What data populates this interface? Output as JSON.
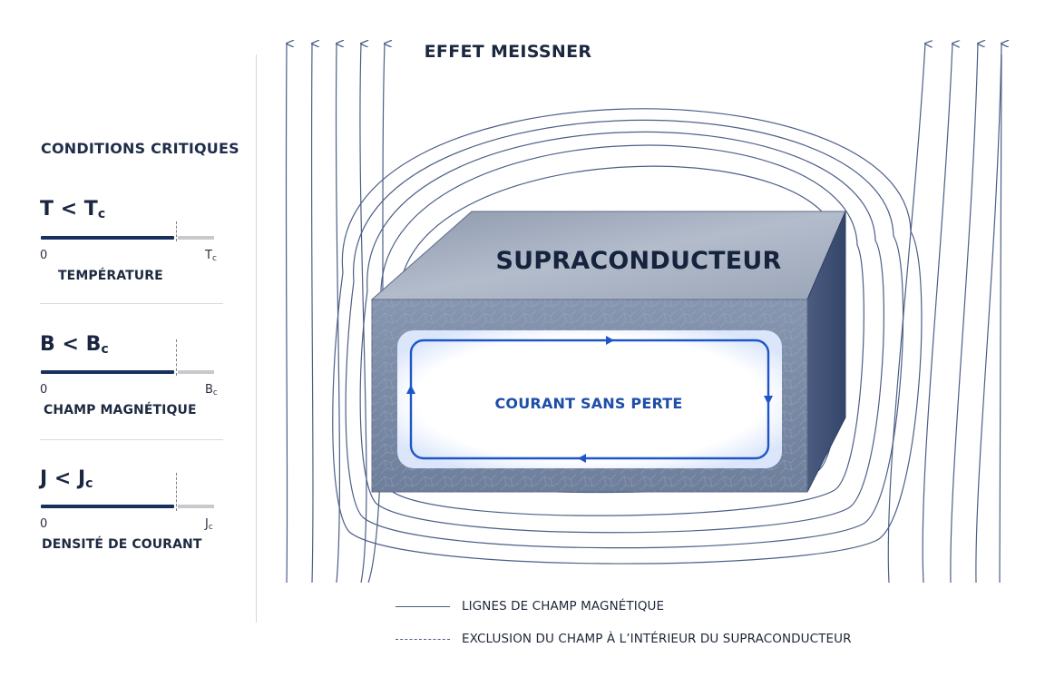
{
  "diagram": {
    "title": "EFFET MEISSNER",
    "block_label": "SUPRACONDUCTEUR",
    "current_label": "COURANT SANS PERTE",
    "colors": {
      "field_lines": "#4d5f86",
      "block_top": "#9aa6b8",
      "block_front": "#7d8ca6",
      "block_side": "#3e4f72",
      "current_loop": "#1f56c7",
      "text_dark": "#1b2740"
    }
  },
  "sidebar": {
    "title": "CONDITIONS CRITIQUES",
    "conditions": [
      {
        "symbol": "T",
        "relation": "<",
        "critical": "T",
        "critical_sub": "c",
        "zero": "0",
        "scale_end": "T",
        "scale_end_sub": "c",
        "name": "TEMPÉRATURE"
      },
      {
        "symbol": "B",
        "relation": "<",
        "critical": "B",
        "critical_sub": "c",
        "zero": "0",
        "scale_end": "B",
        "scale_end_sub": "c",
        "name": "CHAMP MAGNÉTIQUE"
      },
      {
        "symbol": "J",
        "relation": "<",
        "critical": "J",
        "critical_sub": "c",
        "zero": "0",
        "scale_end": "J",
        "scale_end_sub": "c",
        "name": "DENSITÉ DE COURANT"
      }
    ]
  },
  "legend": {
    "items": [
      {
        "style": "solid",
        "label": "LIGNES DE CHAMP MAGNÉTIQUE"
      },
      {
        "style": "dashed",
        "label": "EXCLUSION DU CHAMP À L’INTÉRIEUR DU SUPRACONDUCTEUR"
      }
    ]
  }
}
